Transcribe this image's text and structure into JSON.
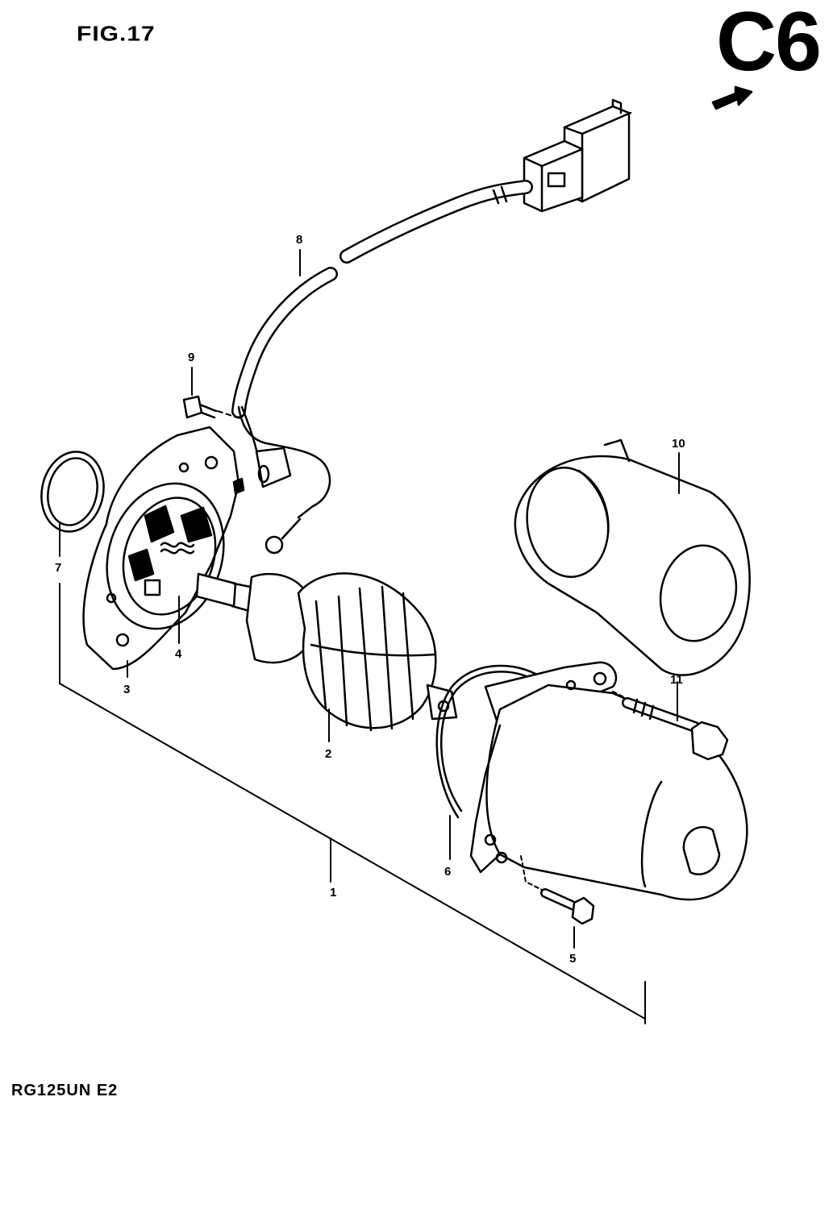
{
  "header": {
    "figure_label": "FIG.17",
    "section_code": "C6"
  },
  "footer": {
    "model_code": "RG125UN E2"
  },
  "callouts": [
    "1",
    "2",
    "3",
    "4",
    "5",
    "6",
    "7",
    "8",
    "9",
    "10",
    "11"
  ],
  "icons": {
    "direction_arrow": "front-arrow-icon"
  },
  "colors": {
    "ink": "#000000",
    "paper": "#ffffff"
  }
}
